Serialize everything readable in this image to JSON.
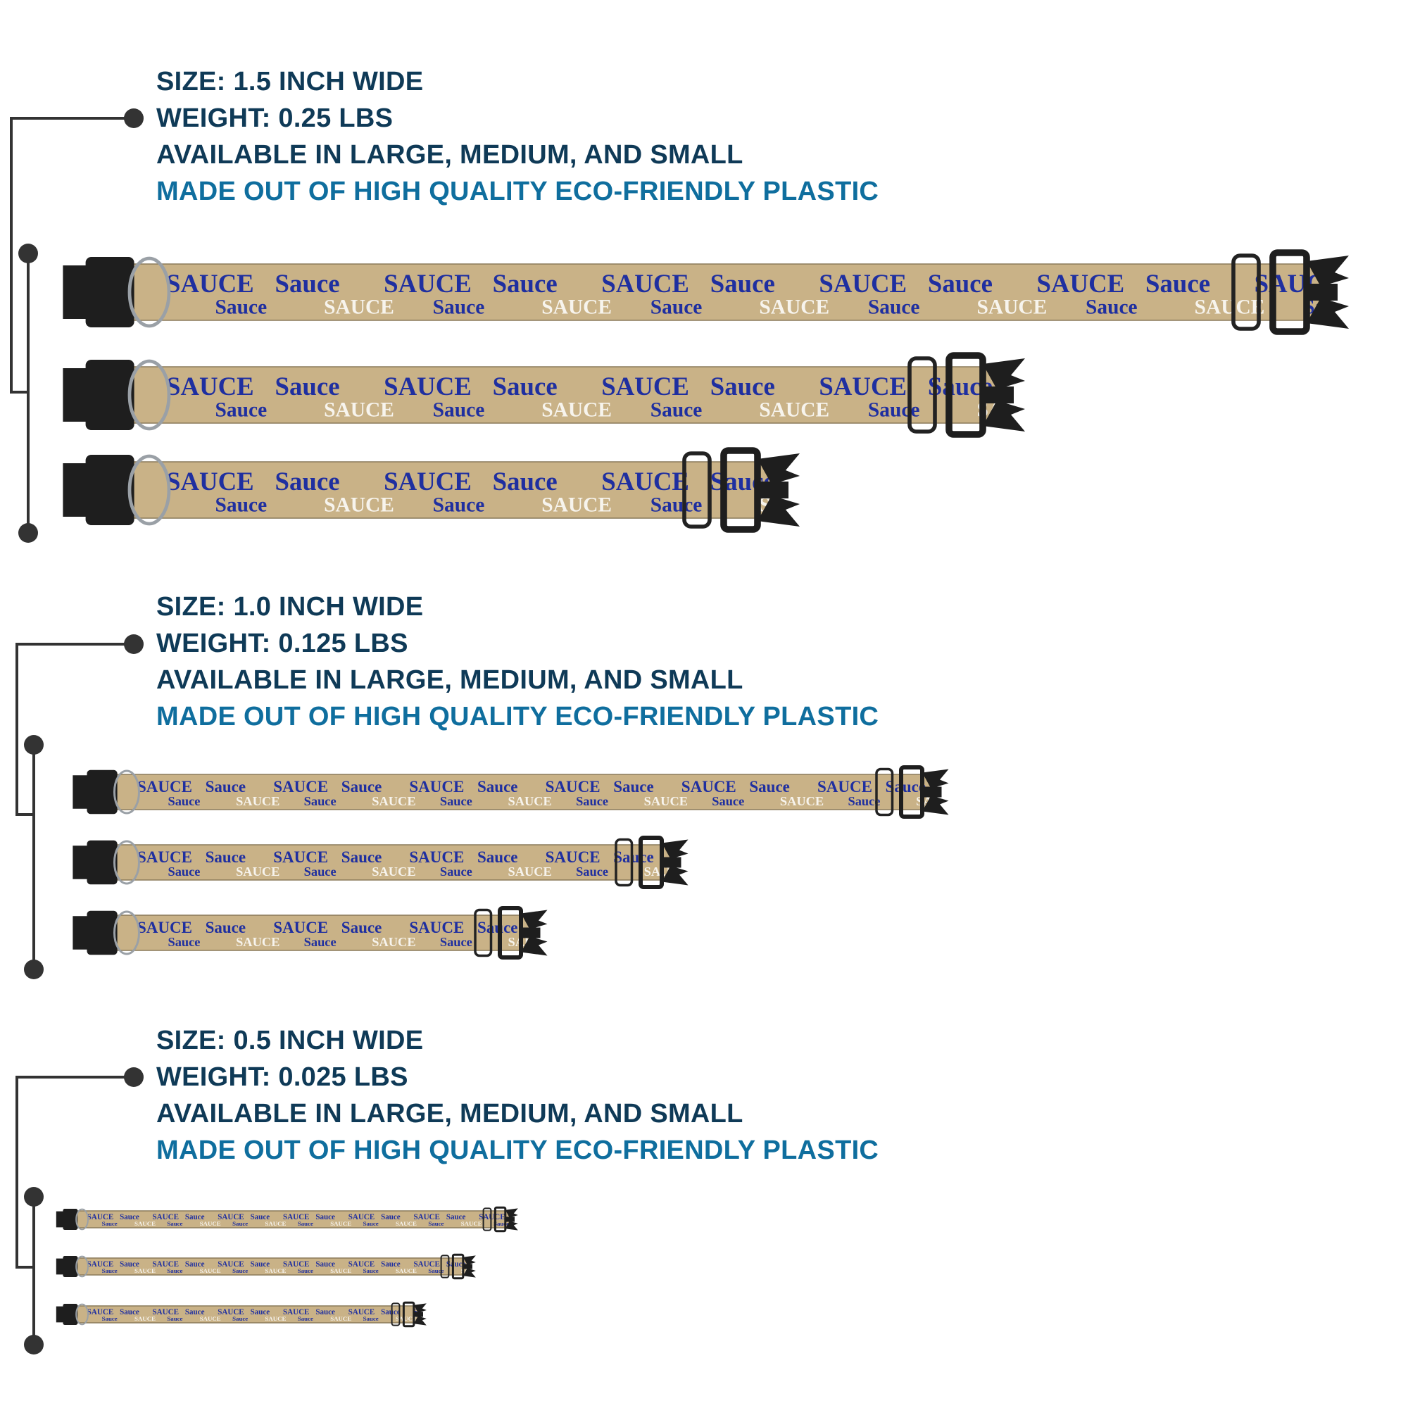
{
  "colors": {
    "heading": "#0f3a57",
    "highlight": "#0f6e9e",
    "strap": "#c9b287",
    "print": "#1f2fa0",
    "buckle": "#1e1e1e",
    "connector": "#333333"
  },
  "groups": [
    {
      "size": "SIZE: 1.5 INCH WIDE",
      "weight": "WEIGHT: 0.25 LBS",
      "availability": "AVAILABLE IN LARGE, MEDIUM, AND SMALL",
      "material": "MADE OUT OF HIGH QUALITY ECO-FRIENDLY PLASTIC",
      "collars": [
        "large",
        "medium",
        "small"
      ]
    },
    {
      "size": "SIZE: 1.0 INCH WIDE",
      "weight": "WEIGHT: 0.125 LBS",
      "availability": "AVAILABLE IN LARGE, MEDIUM, AND SMALL",
      "material": "MADE OUT OF HIGH QUALITY ECO-FRIENDLY PLASTIC",
      "collars": [
        "large",
        "medium",
        "small"
      ]
    },
    {
      "size": "SIZE: 0.5 INCH WIDE",
      "weight": "WEIGHT: 0.025 LBS",
      "availability": "AVAILABLE IN LARGE, MEDIUM, AND SMALL",
      "material": "MADE OUT OF HIGH QUALITY ECO-FRIENDLY PLASTIC",
      "collars": [
        "large",
        "medium",
        "small"
      ]
    }
  ],
  "strap_print": [
    "SAUCE",
    "Sauce",
    "SAUCE",
    "Sauce",
    "SAUCE",
    "Sauce",
    "SAUCE",
    "Sauce"
  ]
}
